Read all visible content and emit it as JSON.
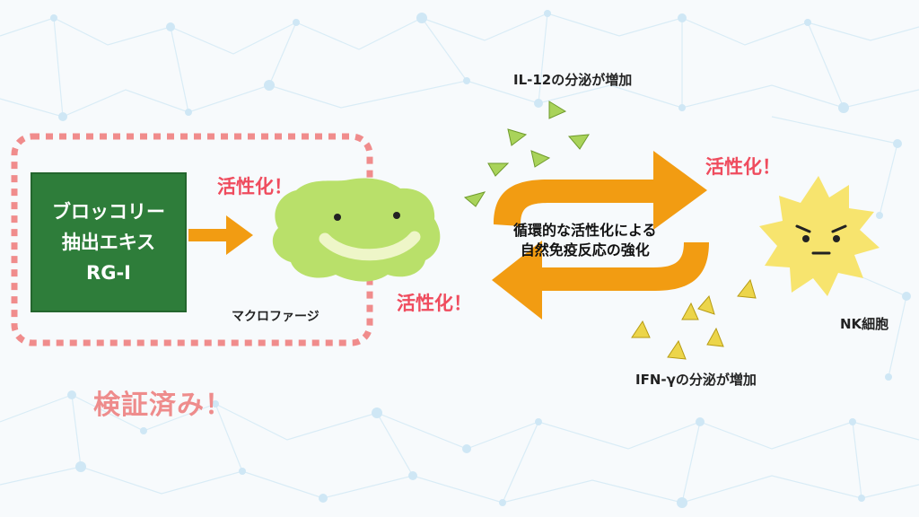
{
  "source_box": {
    "line1": "ブロッコリー",
    "line2": "抽出エキス",
    "line3": "RG-I"
  },
  "macrophage": {
    "label": "マクロファージ",
    "activated_label": "活性化！"
  },
  "nk_cell": {
    "label": "NK細胞",
    "activated_label": "活性化！"
  },
  "cycle": {
    "line1": "循環的な活性化による",
    "line2": "自然免疫反応の強化",
    "bottom_activated_label": "活性化！"
  },
  "il12_label": "IL-12の分泌が増加",
  "ifn_label": "IFN-γの分泌が増加",
  "verified_label": "検証済み！",
  "colors": {
    "green_box": "#2e7d3a",
    "arrow_orange": "#f29c12",
    "activate_red": "#ef4c5e",
    "dashed_pink": "#f08c8c",
    "macrophage_green": "#b9e06a",
    "nk_yellow": "#f7e46e",
    "il12_triangle": "#a9d35a",
    "ifn_triangle": "#ecd54a"
  }
}
